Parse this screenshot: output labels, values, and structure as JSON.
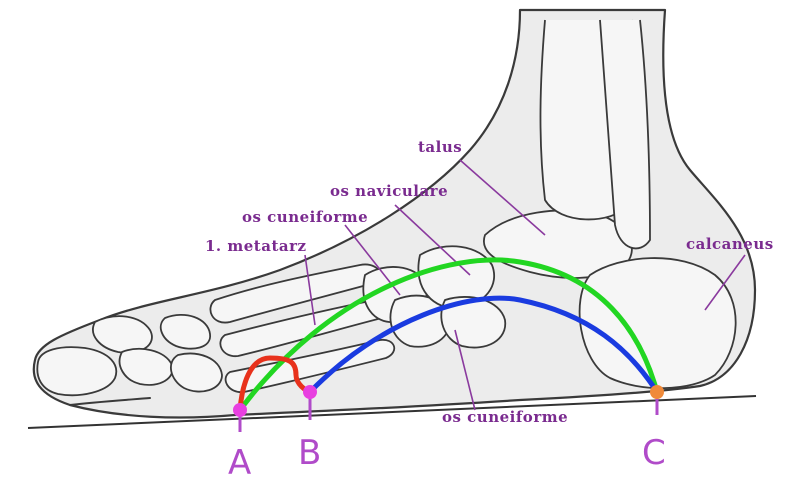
{
  "labels": {
    "talus": "talus",
    "os_naviculare": "os naviculare",
    "os_cuneiforme_upper": "os cuneiforme",
    "metatarz": "1. metatarz",
    "calcaneus": "calcaneus",
    "os_cuneiforme_lower": "os cuneiforme"
  },
  "points": {
    "a": "A",
    "b": "B",
    "c": "C"
  },
  "colors": {
    "label_purple": "#7a2b8f",
    "point_purple": "#b04bc9",
    "arch_green": "#22d622",
    "arch_blue": "#1a3be0",
    "arch_red": "#e8321c",
    "point_pink": "#e83fe0",
    "point_orange": "#f08a3a"
  }
}
